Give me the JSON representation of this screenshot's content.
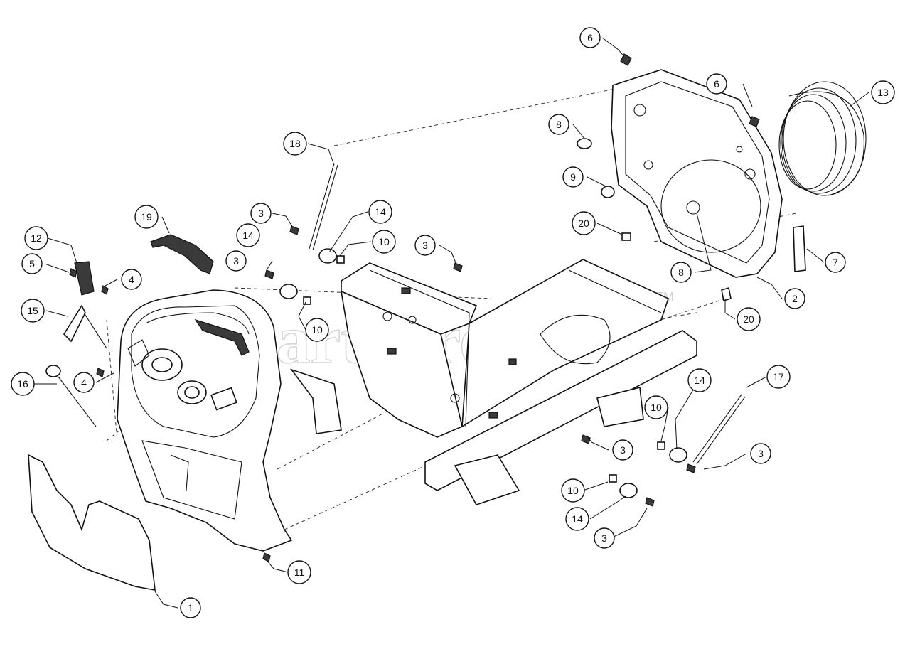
{
  "diagram": {
    "watermark": "PartsTree",
    "watermark_mark": "TM",
    "callouts": [
      {
        "id": "c-6a",
        "label": "6"
      },
      {
        "id": "c-6b",
        "label": "6"
      },
      {
        "id": "c-8a",
        "label": "8"
      },
      {
        "id": "c-13",
        "label": "13"
      },
      {
        "id": "c-18",
        "label": "18"
      },
      {
        "id": "c-9",
        "label": "9"
      },
      {
        "id": "c-19",
        "label": "19"
      },
      {
        "id": "c-3a",
        "label": "3"
      },
      {
        "id": "c-14a",
        "label": "14"
      },
      {
        "id": "c-20a",
        "label": "20"
      },
      {
        "id": "c-12",
        "label": "12"
      },
      {
        "id": "c-14b",
        "label": "14"
      },
      {
        "id": "c-10a",
        "label": "10"
      },
      {
        "id": "c-3b",
        "label": "3"
      },
      {
        "id": "c-5",
        "label": "5"
      },
      {
        "id": "c-3c",
        "label": "3"
      },
      {
        "id": "c-7",
        "label": "7"
      },
      {
        "id": "c-4a",
        "label": "4"
      },
      {
        "id": "c-8b",
        "label": "8"
      },
      {
        "id": "c-2",
        "label": "2"
      },
      {
        "id": "c-15",
        "label": "15"
      },
      {
        "id": "c-10b",
        "label": "10"
      },
      {
        "id": "c-20b",
        "label": "20"
      },
      {
        "id": "c-16",
        "label": "16"
      },
      {
        "id": "c-4b",
        "label": "4"
      },
      {
        "id": "c-14c",
        "label": "14"
      },
      {
        "id": "c-17",
        "label": "17"
      },
      {
        "id": "c-10c",
        "label": "10"
      },
      {
        "id": "c-3d",
        "label": "3"
      },
      {
        "id": "c-3e",
        "label": "3"
      },
      {
        "id": "c-10d",
        "label": "10"
      },
      {
        "id": "c-14d",
        "label": "14"
      },
      {
        "id": "c-3f",
        "label": "3"
      },
      {
        "id": "c-11",
        "label": "11"
      },
      {
        "id": "c-1",
        "label": "1"
      }
    ]
  }
}
